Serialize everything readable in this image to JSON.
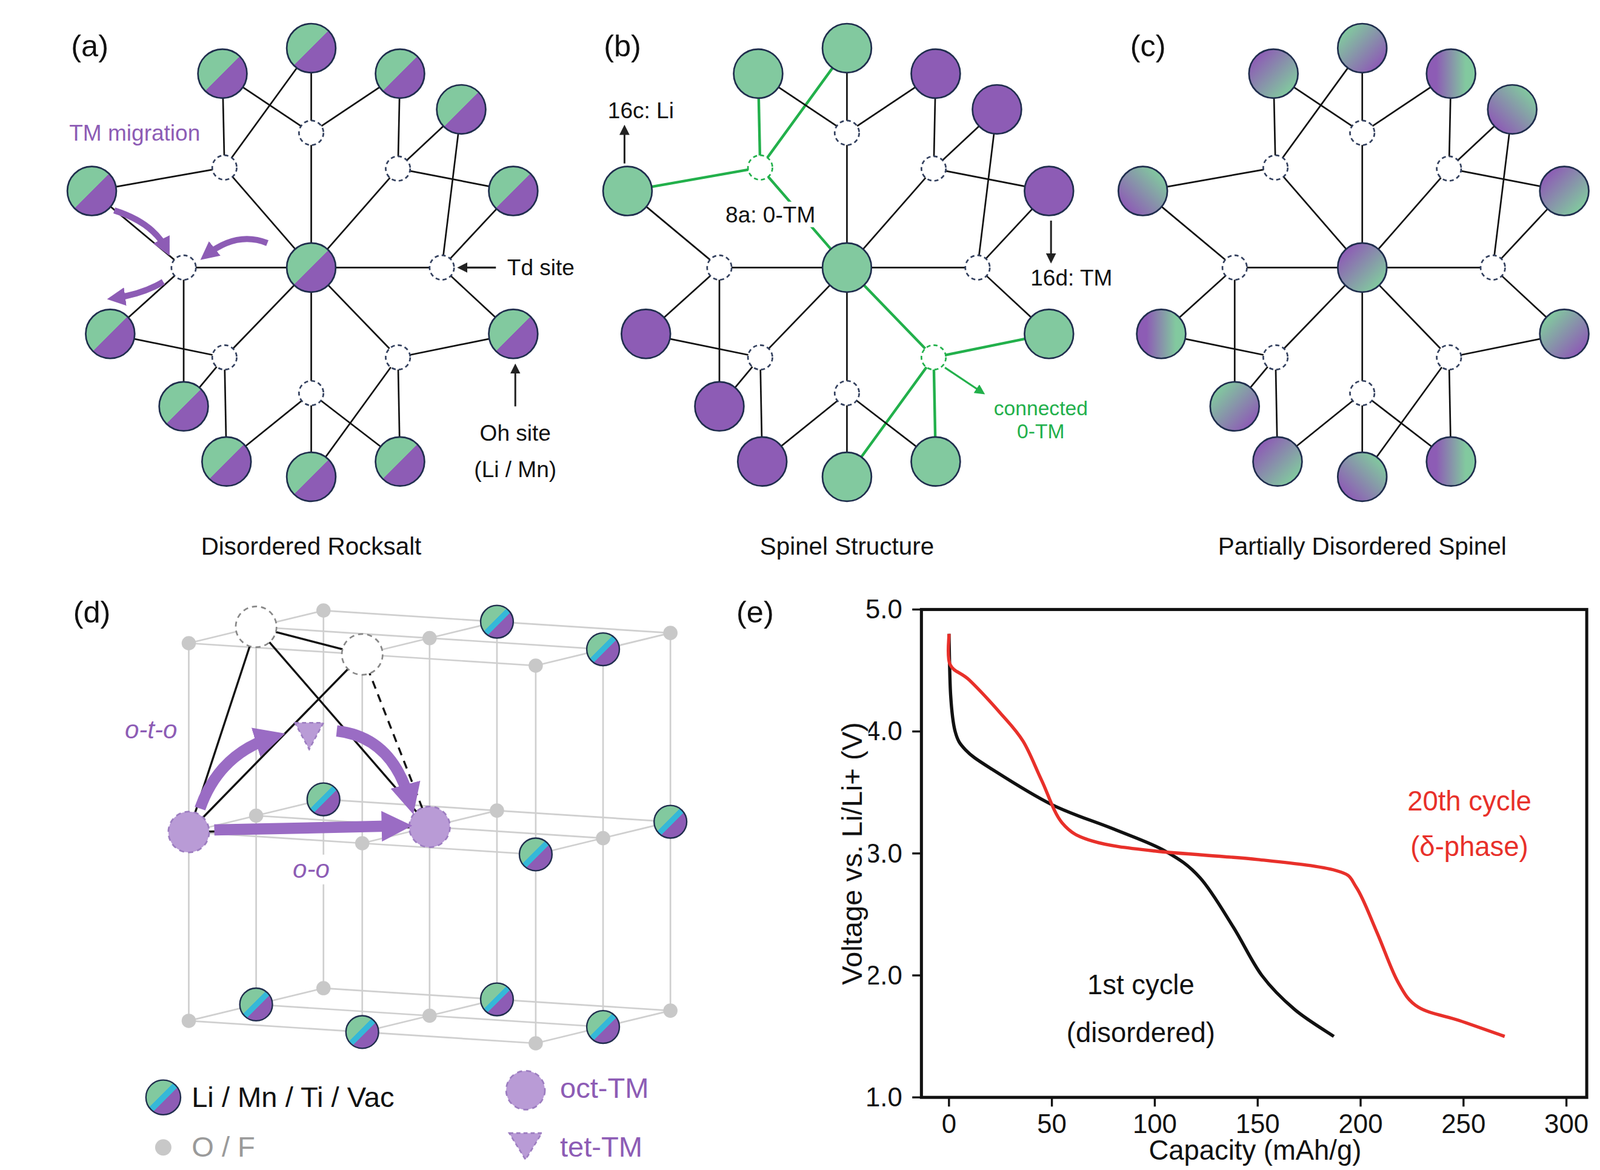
{
  "diagram": {
    "labels": [
      "(a)",
      "TM migration",
      "Td site",
      "Oh site",
      "(Li / Mn)",
      "Disordered Rocksalt",
      "(b)",
      "16c: Li",
      "8a: 0-TM",
      "16d: TM",
      "connected 0-TM",
      "Spinel Structure",
      "(c)",
      "Partially Disordered Spinel",
      "(d)",
      "o-t-o",
      "o-o",
      "(e)",
      "5.0",
      "4.0",
      "3.0",
      "2.0",
      "1.0",
      "0",
      "50",
      "100",
      "150",
      "200",
      "250",
      "300",
      "Voltage vs. Li/Li+ (V)",
      "Capacity (mAh/g)",
      "20th cycle",
      "(δ-phase)",
      "1st cycle",
      "(disordered)"
    ],
    "legend": [
      {
        "text": "Li / Mn / Ti / Vac"
      },
      {
        "text": "O / F"
      },
      {
        "text": "oct-TM"
      },
      {
        "text": "tet-TM"
      }
    ]
  }
}
